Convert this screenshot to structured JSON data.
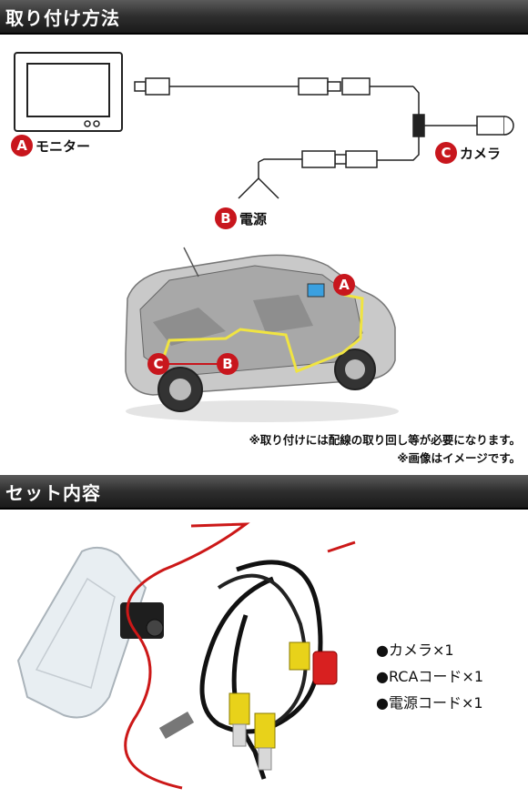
{
  "section1": {
    "title": "取り付け方法"
  },
  "diagram": {
    "monitor": {
      "badge": "A",
      "label": "モニター"
    },
    "power": {
      "badge": "B",
      "label": "電源"
    },
    "camera": {
      "badge": "C",
      "label": "カメラ"
    }
  },
  "car_illustration": {
    "markers": [
      "A",
      "B",
      "C"
    ],
    "wire_color": "#f0e442",
    "marker_color": "#c8161d"
  },
  "notes": [
    "※取り付けには配線の取り回し等が必要になります。",
    "※画像はイメージです。"
  ],
  "section2": {
    "title": "セット内容"
  },
  "contents": {
    "bullet": "●",
    "items": [
      "カメラ×1",
      "RCAコード×1",
      "電源コード×1"
    ]
  }
}
